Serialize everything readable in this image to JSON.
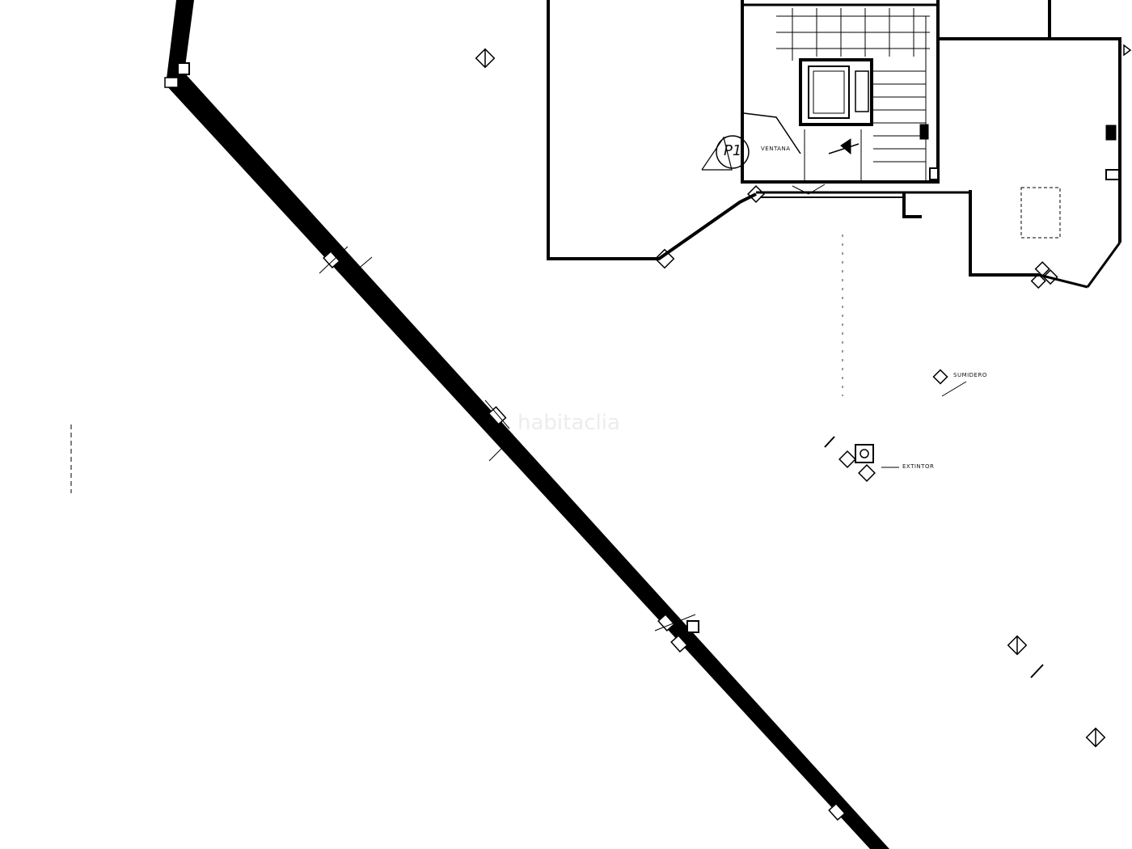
{
  "plan": {
    "labels": {
      "room_tag": "P1",
      "window": "VENTANA",
      "drain": "SUMIDERO",
      "extinguisher": "EXTINTOR"
    },
    "watermark": "habitaclia"
  }
}
